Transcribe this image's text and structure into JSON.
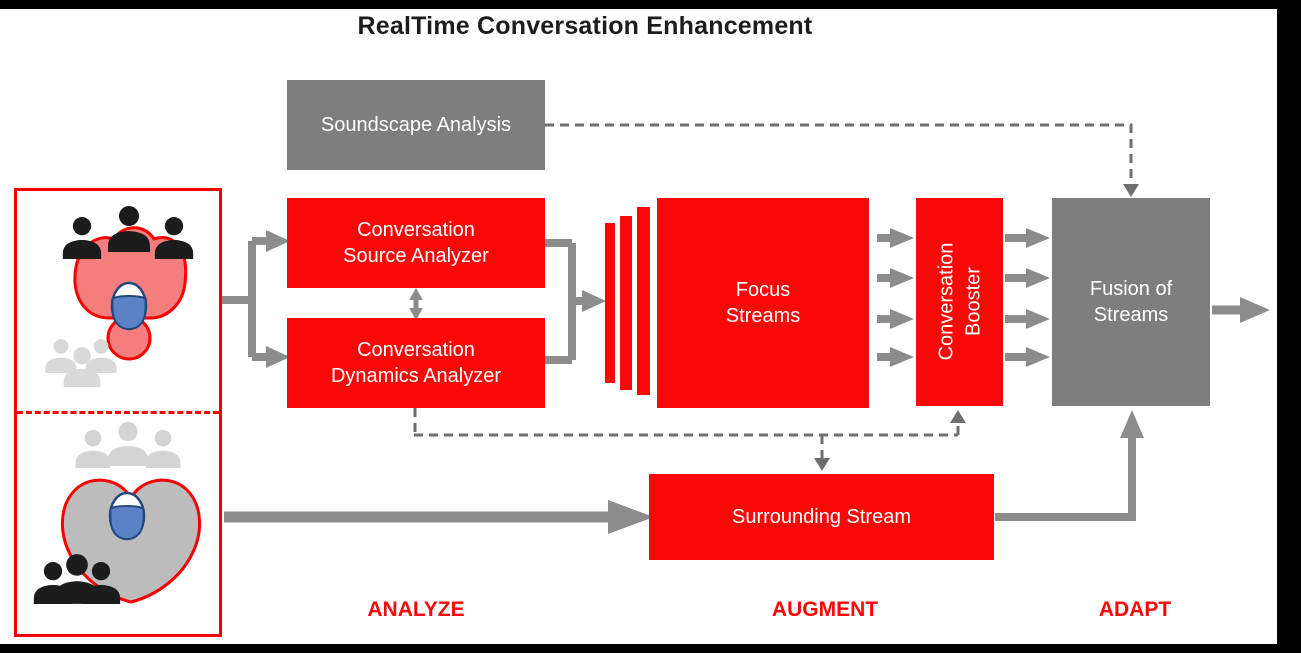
{
  "title": "RealTime Conversation Enhancement",
  "colors": {
    "accent_red": "#fa0808",
    "box_gray": "#7e7e7e",
    "arrow_gray": "#8c8c8c",
    "dashed_gray": "#6e6e6e",
    "panel_outline_red": "#f70000",
    "listener_blue": "#5b82c6",
    "speaker_pink": "#f47e7e",
    "surround_gray_blob": "#bcbcbc"
  },
  "boxes": {
    "soundscape": {
      "label": "Soundscape Analysis"
    },
    "source_analyzer": {
      "label": "Conversation Source Analyzer"
    },
    "dynamics_analyzer": {
      "label": "Conversation Dynamics Analyzer"
    },
    "focus_streams": {
      "label": "Focus Streams"
    },
    "conversation_booster": {
      "label": "Conversation Booster"
    },
    "fusion_of_streams": {
      "label": "Fusion of Streams"
    },
    "surrounding_stream": {
      "label": "Surrounding Stream"
    }
  },
  "stages": [
    {
      "label": "ANALYZE"
    },
    {
      "label": "AUGMENT"
    },
    {
      "label": "ADAPT"
    }
  ],
  "icons": {
    "scene_top": "focused-conversation-illustration",
    "scene_bottom": "surrounding-crowd-illustration",
    "listener": "listener-person-icon",
    "speakers": "speaker-group-icon",
    "crowd": "crowd-group-icon"
  }
}
